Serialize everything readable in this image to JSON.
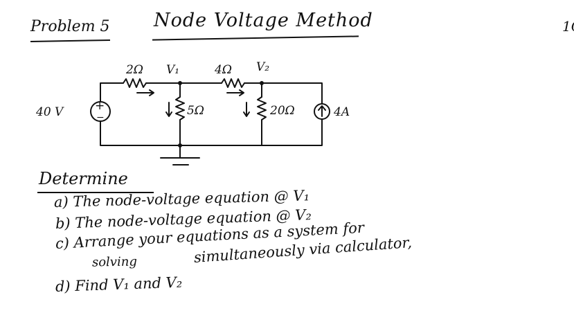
{
  "header": {
    "problem": "Problem 5",
    "title": "Node Voltage Method",
    "page_number": "1C"
  },
  "circuit": {
    "source_voltage": "40 V",
    "source_polarity_plus": "+",
    "source_polarity_minus": "−",
    "r1": "2Ω",
    "node1": "V₁",
    "r2": "4Ω",
    "node2": "V₂",
    "r3": "5Ω",
    "r4": "20Ω",
    "current_source": "4A"
  },
  "task": {
    "heading": "Determine",
    "items": [
      "a) The node-voltage equation @ V₁",
      "b) The node-voltage equation @ V₂",
      "c) Arrange your equations as a system for",
      "solving",
      "simultaneously via calculator,",
      "d) Find V₁ and V₂"
    ]
  }
}
